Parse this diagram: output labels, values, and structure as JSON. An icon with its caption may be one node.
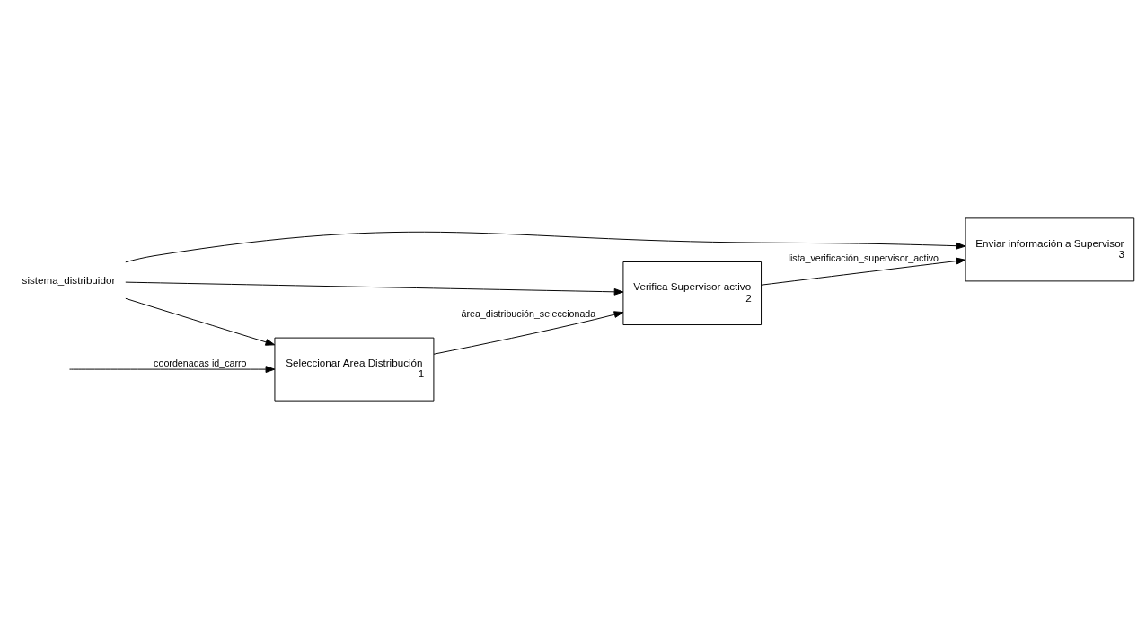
{
  "diagram": {
    "nodes": [
      {
        "text": [
          "Seleccionar Area Distribución",
          "1"
        ]
      },
      {
        "text": [
          "Verifica Supervisor activo",
          "2"
        ]
      },
      {
        "text": [
          "Enviar información a Supervisor",
          "3"
        ]
      },
      {
        "text": [
          "sistema_distribuidor"
        ]
      }
    ],
    "edges": [
      {
        "from": null,
        "to": 0,
        "arrow": "to",
        "label": "coordenadas id_carro"
      },
      {
        "from": 0,
        "to": 1,
        "arrow": "to",
        "label": "área_distribución_seleccionada"
      },
      {
        "from": 1,
        "to": 2,
        "arrow": "to",
        "label": "lista_verificación_supervisor_activo"
      },
      {
        "from": 3,
        "to": 2,
        "arrow": "to"
      },
      {
        "from": 3,
        "to": 1,
        "arrow": "to"
      },
      {
        "from": 3,
        "to": 0,
        "arrow": "to"
      }
    ]
  }
}
